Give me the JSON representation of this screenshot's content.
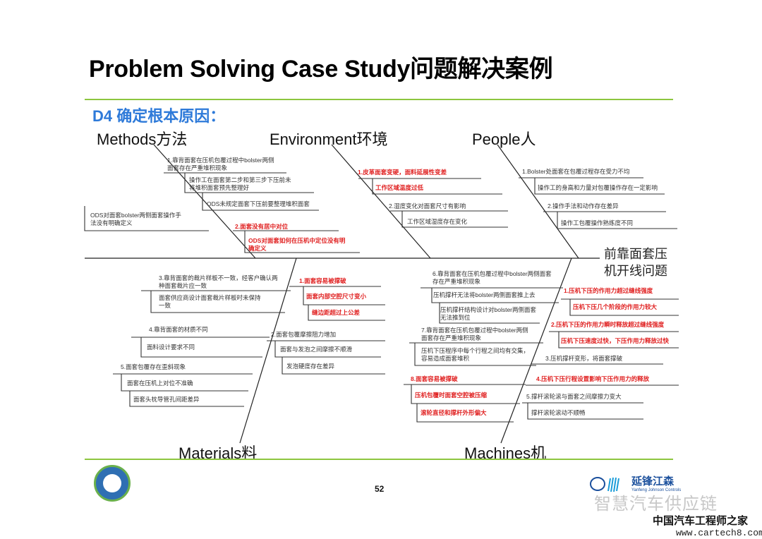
{
  "slide": {
    "title": "Problem Solving Case Study问题解决案例",
    "subtitle": "D4 确定根本原因：",
    "page_number": "52",
    "accent_color": "#8dc63f",
    "subtitle_color": "#2e7ad9",
    "highlight_color": "#e02020"
  },
  "fishbone": {
    "effect_line1": "前靠面套压",
    "effect_line2": "机开线问题",
    "categories": {
      "methods": "Methods方法",
      "environment": "Environment环境",
      "people": "People人",
      "materials": "Materials料",
      "machines": "Machines机"
    },
    "methods": {
      "c1_a": "1.靠背面套在压机包覆过程中bolster两侧",
      "c1_b": "面套存在严重堆积现象",
      "c1_s1_a": "操作工在面套第二步和第三步下压前未",
      "c1_s1_b": "将堆积面套预先整理好",
      "c1_s2": "ODS未规定面套下压前要整理堆积面套",
      "c_left_a": "ODS对面套bolster两侧面套操作手",
      "c_left_b": "法没有明确定义",
      "c2": "2.面套没有居中对位",
      "c2_s1_a": "ODS对面套如何在压机中定位没有明",
      "c2_s1_b": "确定义"
    },
    "environment": {
      "c1": "1.皮革面套变硬，面料延展性变差",
      "c1_s1": "工作区域温度过低",
      "c2": "2.湿度变化对面套尺寸有影响",
      "c2_s1": "工作区域湿度存在变化"
    },
    "people": {
      "c1": "1.Bolster处面套在包覆过程存在受力不均",
      "c1_s1": "操作工的身高和力量对包覆操作存在一定影响",
      "c2": "2.操作手法和动作存在差异",
      "c2_s1": "操作工包覆操作熟练度不同"
    },
    "materials": {
      "c3_a": "3.靠背面套的裁片样板不一致，经客户确认两",
      "c3_b": "种面套裁片应一致",
      "c3_s1_a": "面套供应商设计面套裁片样板时未保持",
      "c3_s1_b": "一致",
      "c4": "4.靠背面套的材质不同",
      "c4_s1": "面料设计要求不同",
      "c5": "5.面套包覆存在歪斜现象",
      "c5_s1": "面套在压机上对位不准确",
      "c5_s2": "面套头枕导管孔间距差异",
      "c1": "1.面套容易被撑破",
      "c1_s1": "面套内部空腔尺寸变小",
      "c1_s2": "缝边距超过上公差",
      "c2": "2.面套包覆摩擦阻力增加",
      "c2_s1": "面套与发泡之间摩擦不顺滑",
      "c2_s2": "发泡硬度存在差异"
    },
    "machines": {
      "c6_a": "6.靠背面套在压机包覆过程中bolster两侧面套",
      "c6_b": "存在严重堆积现象",
      "c6_s1": "压机撑杆无法将bolster两侧面套推上去",
      "c6_s2_a": "压机撑杆结构设计对bolster两侧面套",
      "c6_s2_b": "无法推到位",
      "c7_a": "7.靠背面套在压机包覆过程中bolster两侧",
      "c7_b": "面套存在严重堆积现象",
      "c7_s1_a": "压机下压程序中每个行程之间均有交集，",
      "c7_s1_b": "容易造成面套堆积",
      "c8": "8.面套容易被撑破",
      "c8_s1": "压机包覆时面套空腔被压缩",
      "c8_s2": "滚轮直径和撑杆外形偏大",
      "c1": "1.压机下压的作用力超过缝线强度",
      "c1_s1": "压机下压几个阶段的作用力较大",
      "c2": "2.压机下压的作用力瞬时释放超过缝线强度",
      "c2_s1": "压机下压速度过快，下压作用力释放过快",
      "c3": "3.压机撑杆变形，将面套撑破",
      "c4": "4.压机下压行程设置影响下压作用力的释放",
      "c5": "5.撑杆滚轮滚与面套之间摩擦力变大",
      "c5_s1": "撑杆滚轮滚动不顺畅"
    }
  },
  "footer": {
    "brand_name": "延锋江森",
    "brand_sub": "Yanfeng Johnson Controls",
    "watermark1": "智慧汽车供应链",
    "watermark2": "中国汽车工程师之家",
    "watermark3": "www.cartech8.com"
  }
}
